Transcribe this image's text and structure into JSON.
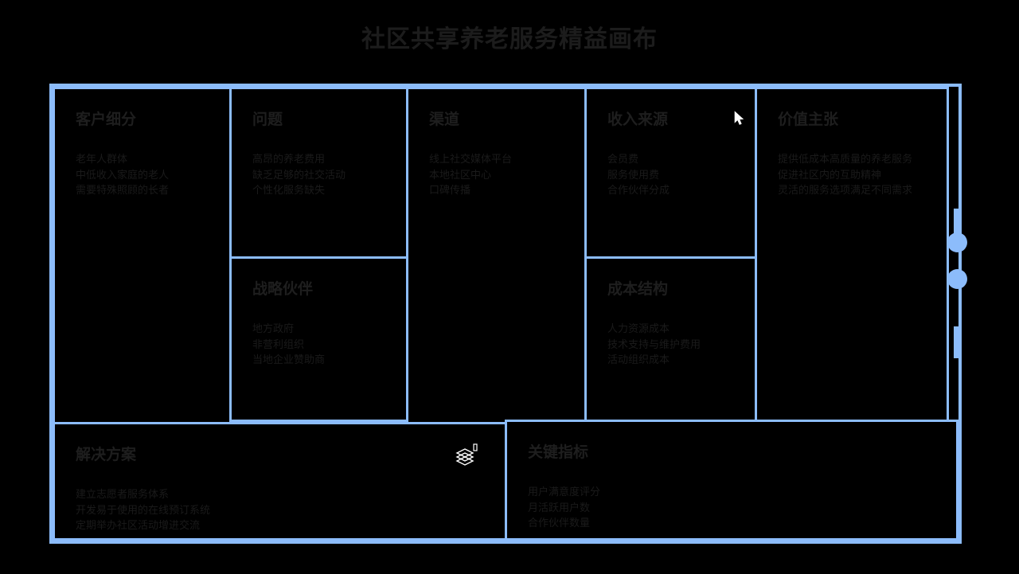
{
  "title": "社区共享养老服务精益画布",
  "theme": {
    "background": "#000000",
    "border_accent": "#8cbcfb",
    "title_color": "#1c1c1c",
    "text_color": "#1a1a1a"
  },
  "canvas": {
    "blocks": [
      {
        "key": "customer_segments",
        "title": "客户细分",
        "items": [
          "老年人群体",
          "中低收入家庭的老人",
          "需要特殊照顾的长者"
        ]
      },
      {
        "key": "problem",
        "title": "问题",
        "items": [
          "高昂的养老费用",
          "缺乏足够的社交活动",
          "个性化服务缺失"
        ]
      },
      {
        "key": "channels",
        "title": "渠道",
        "items": [
          "线上社交媒体平台",
          "本地社区中心",
          "口碑传播"
        ]
      },
      {
        "key": "revenue_streams",
        "title": "收入来源",
        "items": [
          "会员费",
          "服务使用费",
          "合作伙伴分成"
        ]
      },
      {
        "key": "value_proposition",
        "title": "价值主张",
        "items": [
          "提供低成本高质量的养老服务",
          "促进社区内的互助精神",
          "灵活的服务选项满足不同需求"
        ]
      },
      {
        "key": "key_partners",
        "title": "战略伙伴",
        "items": [
          "地方政府",
          "非营利组织",
          "当地企业赞助商"
        ]
      },
      {
        "key": "cost_structure",
        "title": "成本结构",
        "items": [
          "人力资源成本",
          "技术支持与维护费用",
          "活动组织成本"
        ]
      },
      {
        "key": "solution",
        "title": "解决方案",
        "items": [
          "建立志愿者服务体系",
          "开发易于使用的在线预订系统",
          "定期举办社区活动增进交流"
        ]
      },
      {
        "key": "key_metrics",
        "title": "关键指标",
        "items": [
          "用户满意度评分",
          "月活跃用户数",
          "合作伙伴数量"
        ]
      }
    ]
  },
  "icons": {
    "layers": "layers-icon",
    "cursor": "mouse-pointer-icon"
  },
  "scrollbar": {
    "dots": [
      "scroll-dot-1",
      "scroll-dot-2"
    ]
  }
}
